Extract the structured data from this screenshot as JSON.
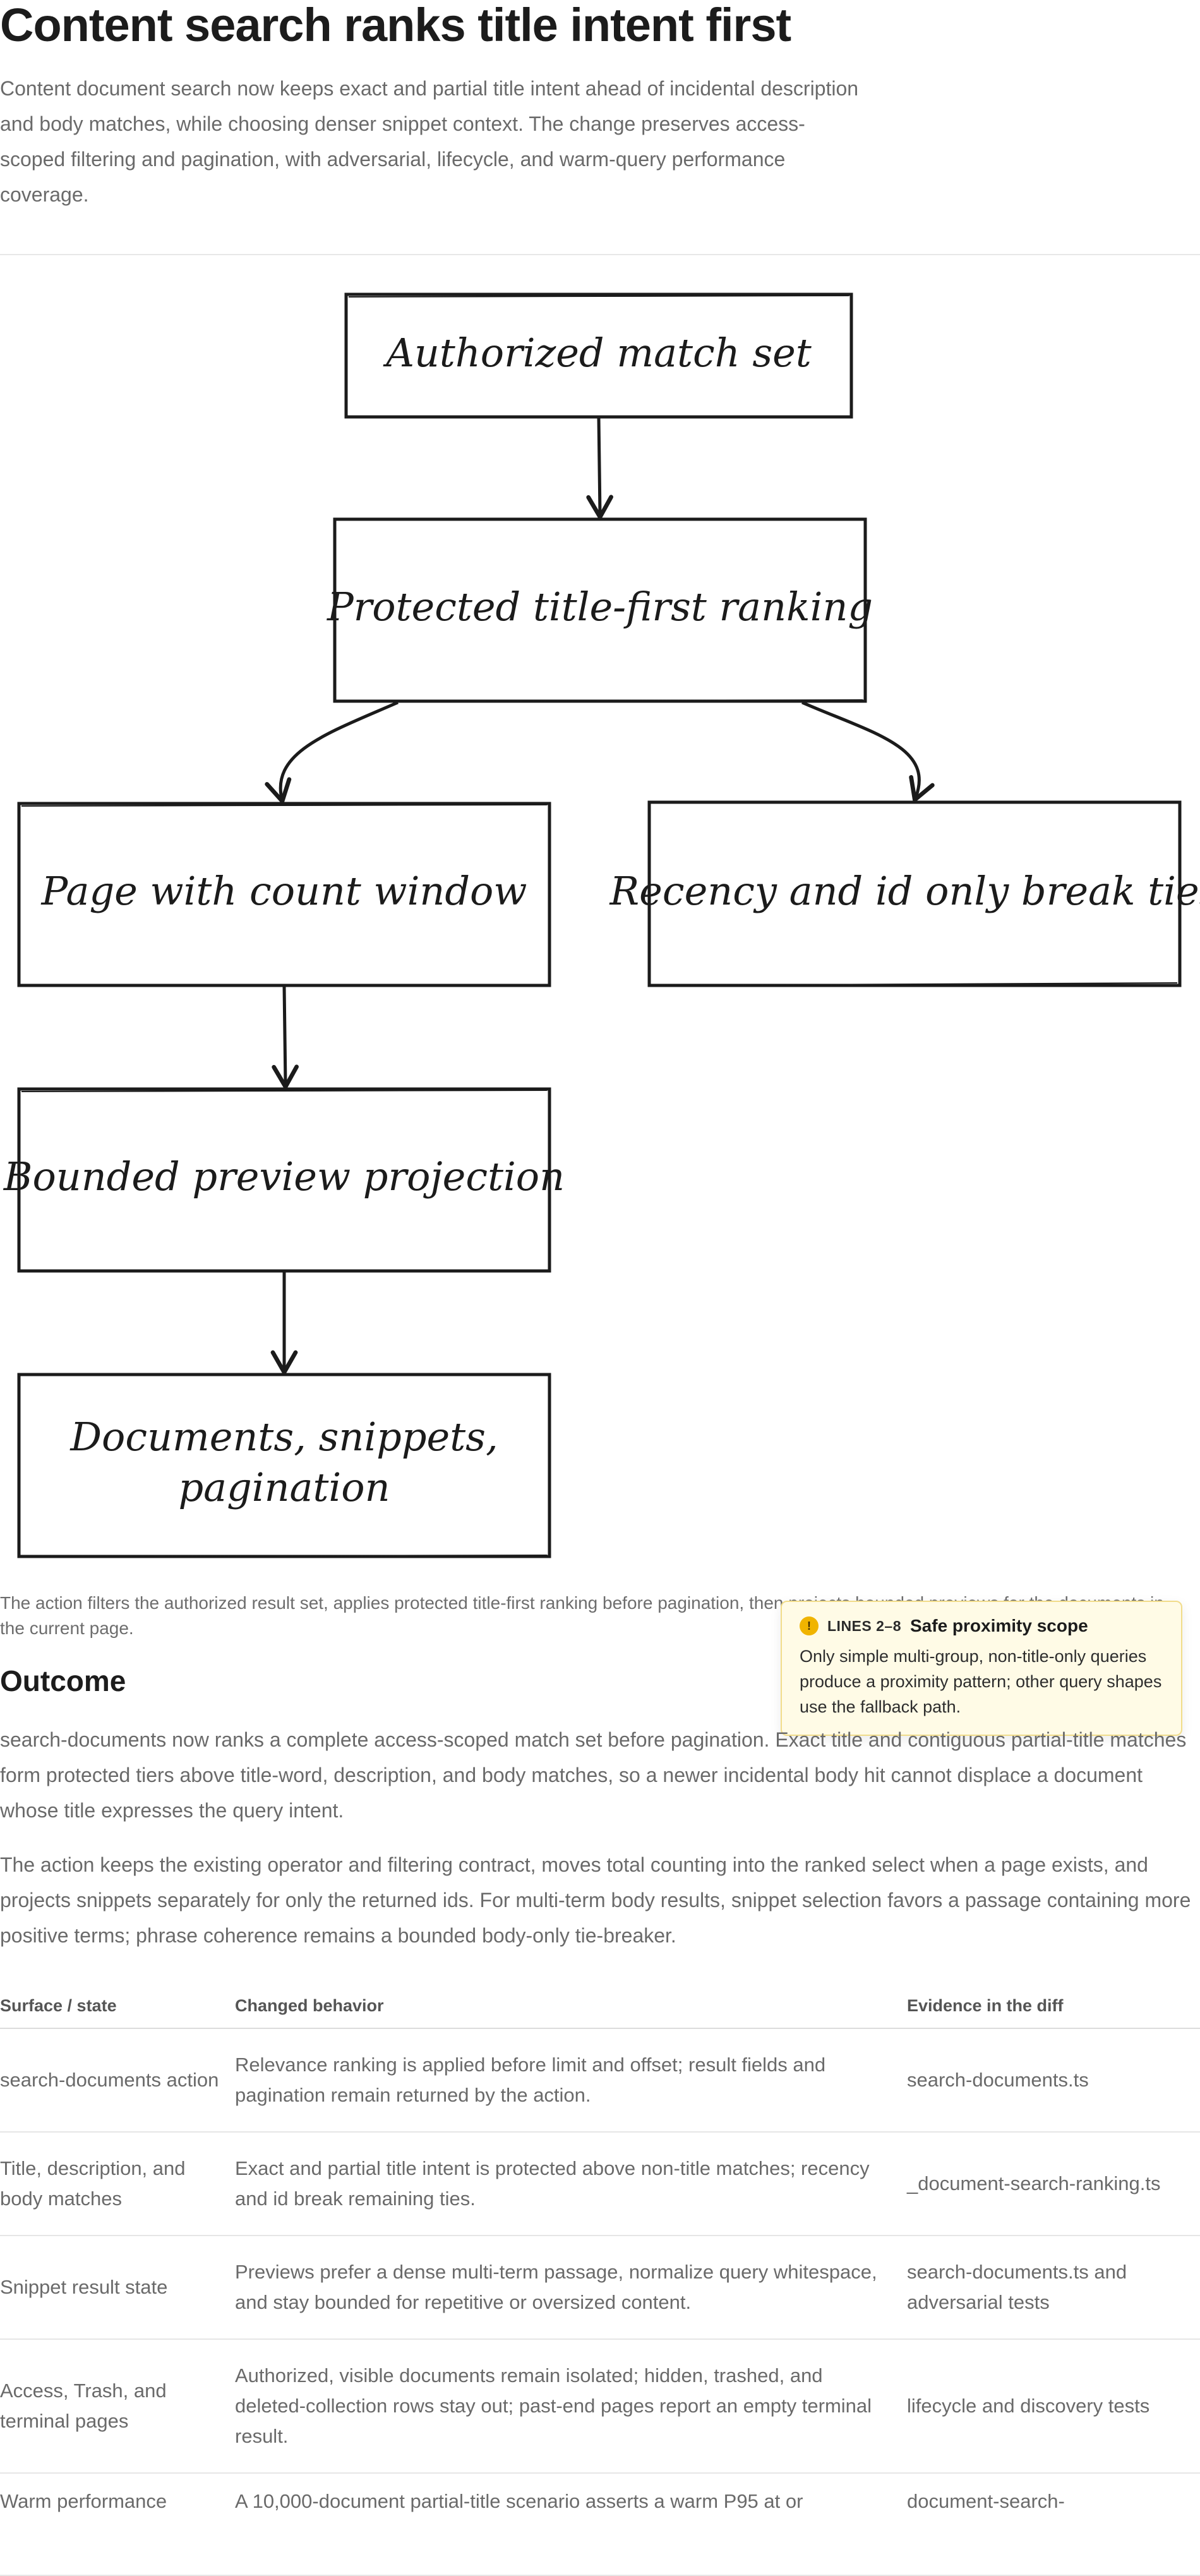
{
  "header": {
    "title": "Content search ranks title intent first",
    "intro": "Content document search now keeps exact and partial title intent ahead of incidental description and body matches, while choosing denser snippet context. The change preserves access-scoped filtering and pagination, with adversarial, lifecycle, and warm-query performance coverage."
  },
  "diagram": {
    "nodes": [
      {
        "label": "Authorized match set"
      },
      {
        "label": "Protected title-first ranking"
      },
      {
        "label": "Page with count window"
      },
      {
        "label": "Recency and id only break ties"
      },
      {
        "label": "Bounded preview projection"
      },
      {
        "line1": "Documents, snippets,",
        "line2": "pagination"
      }
    ],
    "caption": "The action filters the authorized result set, applies protected title-first ranking before pagination, then projects bounded previews for the documents in the current page."
  },
  "tooltip": {
    "badge": "!",
    "lines": "LINES 2–8",
    "title": "Safe proximity scope",
    "body": "Only simple multi-group, non-title-only queries produce a proximity pattern; other query shapes use the fallback path."
  },
  "outcome": {
    "heading": "Outcome",
    "p1": "search-documents now ranks a complete access-scoped match set before pagination. Exact title and contiguous partial-title matches form protected tiers above title-word, description, and body matches, so a newer incidental body hit cannot displace a document whose title expresses the query intent.",
    "p2": "The action keeps the existing operator and filtering contract, moves total counting into the ranked select when a page exists, and projects snippets separately for only the returned ids. For multi-term body results, snippet selection favors a passage containing more positive terms; phrase coherence remains a bounded body-only tie-breaker."
  },
  "table": {
    "headers": [
      "Surface / state",
      "Changed behavior",
      "Evidence in the diff"
    ],
    "rows": [
      [
        "search-documents action",
        "Relevance ranking is applied before limit and offset; result fields and pagination remain returned by the action.",
        "search-documents.ts"
      ],
      [
        "Title, description, and body matches",
        "Exact and partial title intent is protected above non-title matches; recency and id break remaining ties.",
        "_document-search-ranking.ts"
      ],
      [
        "Snippet result state",
        "Previews prefer a dense multi-term passage, normalize query whitespace, and stay bounded for repetitive or oversized content.",
        "search-documents.ts and adversarial tests"
      ],
      [
        "Access, Trash, and terminal pages",
        "Authorized, visible documents remain isolated; hidden, trashed, and deleted-collection rows stay out; past-end pages report an empty terminal result.",
        "lifecycle and discovery tests"
      ],
      [
        "Warm performance",
        "A 10,000-document partial-title scenario asserts a warm P95 at or",
        "document-search-"
      ]
    ]
  }
}
